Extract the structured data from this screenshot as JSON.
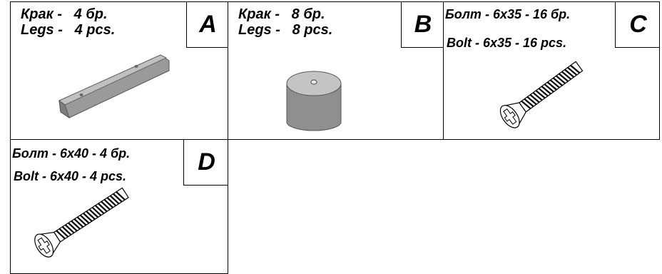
{
  "panels": [
    {
      "letter": "A",
      "line1": "Крак -   4 бр.",
      "line2": "Legs -   4 pcs.",
      "part": "leg-bar"
    },
    {
      "letter": "B",
      "line1": "Крак -   8 бр.",
      "line2": "Legs -   8 pcs.",
      "part": "leg-cylinder"
    },
    {
      "letter": "C",
      "line1": "Болт - 6x35 - 16 бр.",
      "line2": "Bolt - 6x35 - 16 pcs.",
      "part": "bolt-short"
    },
    {
      "letter": "D",
      "line1": "Болт - 6x40 - 4 бр.",
      "line2": "Bolt - 6x40 - 4 pcs.",
      "part": "bolt-long"
    }
  ]
}
